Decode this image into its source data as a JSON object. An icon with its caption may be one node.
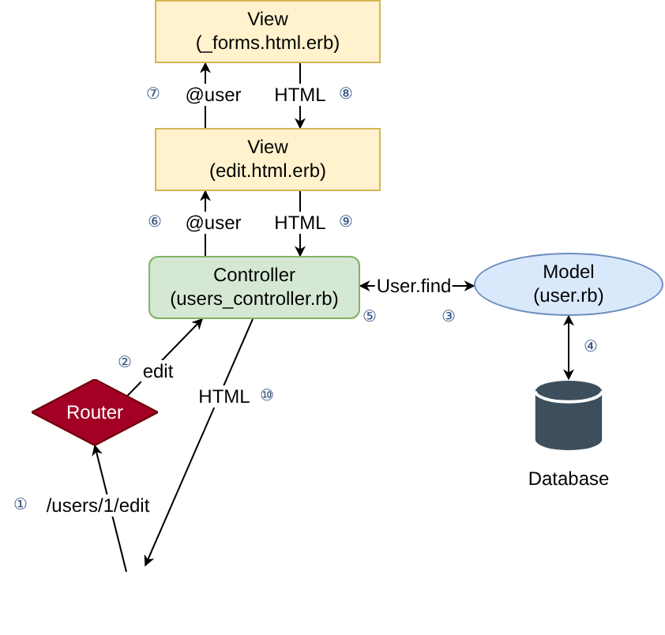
{
  "diagram": {
    "nodes": [
      {
        "text": [
          "View",
          "(_forms.html.erb)"
        ]
      },
      {
        "text": [
          "View",
          "(edit.html.erb)"
        ]
      },
      {
        "text": [
          "Controller",
          "(users_controller.rb)"
        ]
      },
      {
        "text": [
          "Model",
          "(user.rb)"
        ]
      },
      {
        "text": [
          "Database"
        ]
      },
      {
        "text": [
          "Router"
        ]
      }
    ],
    "edges": [
      {
        "from": 1,
        "to": 0,
        "arrow": "to",
        "label": "@user"
      },
      {
        "from": 0,
        "to": 1,
        "arrow": "to",
        "label": "HTML"
      },
      {
        "from": 2,
        "to": 1,
        "arrow": "to",
        "label": "@user"
      },
      {
        "from": 1,
        "to": 2,
        "arrow": "to",
        "label": "HTML"
      },
      {
        "from": 2,
        "to": 3,
        "arrow": "both",
        "label": "User.find"
      },
      {
        "from": 3,
        "to": 4,
        "arrow": "both"
      },
      {
        "from": 5,
        "to": 2,
        "arrow": "to",
        "label": "edit"
      },
      {
        "from": 2,
        "to": null,
        "arrow": "to",
        "label": "HTML"
      },
      {
        "from": null,
        "to": 5,
        "arrow": "to",
        "label": "/users/1/edit"
      }
    ],
    "labels": [
      "⑦",
      "⑧",
      "⑥",
      "⑨",
      "⑤",
      "③",
      "④",
      "②",
      "⑩",
      "①"
    ]
  }
}
